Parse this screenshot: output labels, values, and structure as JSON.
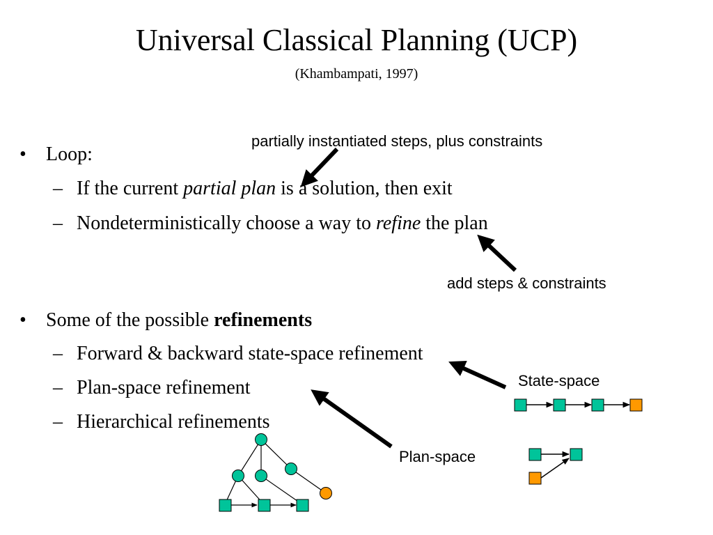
{
  "slide": {
    "title": "Universal Classical Planning (UCP)",
    "subtitle": "(Khambampati, 1997)"
  },
  "bullets": [
    {
      "marker": "•",
      "text": "Loop:",
      "children": [
        {
          "marker": "–",
          "pre": "If the current ",
          "emph": "partial plan",
          "post": " is a solution, then exit"
        },
        {
          "marker": "–",
          "pre": "Nondeterministically choose a way to ",
          "emph": "refine",
          "post": " the plan"
        }
      ]
    },
    {
      "marker": "•",
      "pre": "Some of the possible ",
      "strong": "refinements",
      "children": [
        {
          "marker": "–",
          "text": "Forward & backward state-space refinement"
        },
        {
          "marker": "–",
          "text": "Plan-space refinement"
        },
        {
          "marker": "–",
          "text": "Hierarchical refinements"
        }
      ]
    }
  ],
  "annotations": {
    "partial_plan_note": "partially instantiated steps, plus constraints",
    "refine_note": "add steps & constraints",
    "state_space_label": "State-space",
    "plan_space_label": "Plan-space"
  },
  "colors": {
    "step_node": "#00c49a",
    "goal_node": "#ff9900",
    "stroke": "#000000"
  }
}
